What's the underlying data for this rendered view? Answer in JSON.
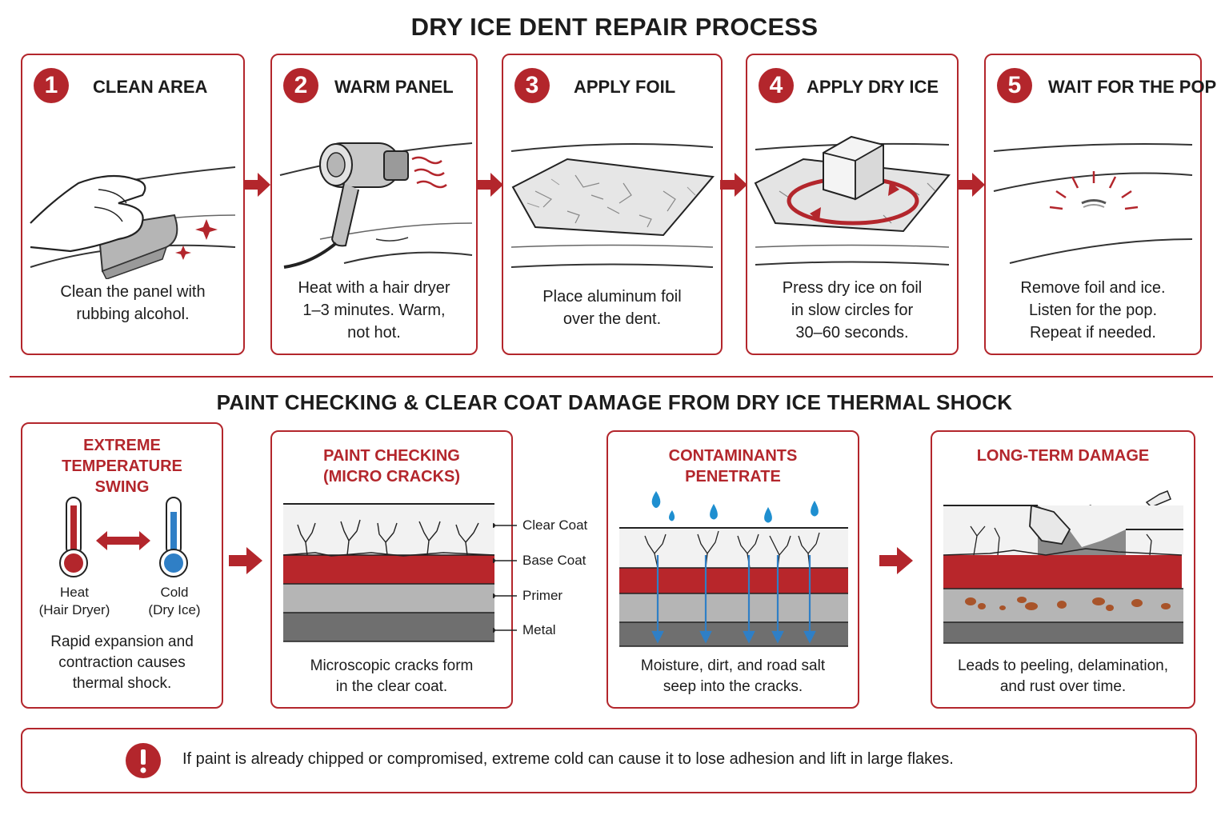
{
  "main_title": "DRY ICE DENT REPAIR PROCESS",
  "steps": [
    {
      "number": "1",
      "title": "CLEAN AREA",
      "desc": [
        "Clean the panel with",
        "rubbing alcohol."
      ]
    },
    {
      "number": "2",
      "title": "WARM PANEL",
      "desc": [
        "Heat with a hair dryer",
        "1–3 minutes. Warm,",
        "not hot."
      ]
    },
    {
      "number": "3",
      "title": "APPLY FOIL",
      "desc": [
        "Place aluminum foil",
        "over the dent."
      ]
    },
    {
      "number": "4",
      "title": "APPLY DRY ICE",
      "desc": [
        "Press dry ice on foil",
        "in slow circles for",
        "30–60 seconds."
      ]
    },
    {
      "number": "5",
      "title": "WAIT FOR THE POP",
      "desc": [
        "Remove foil and ice.",
        "Listen for the pop.",
        "Repeat if needed."
      ]
    }
  ],
  "section_title": "PAINT CHECKING & CLEAR COAT DAMAGE FROM DRY ICE THERMAL SHOCK",
  "damage": {
    "temperature": {
      "title": [
        "EXTREME",
        "TEMPERATURE",
        "SWING"
      ],
      "heat_label": [
        "Heat",
        "(Hair Dryer)"
      ],
      "cold_label": [
        "Cold",
        "(Dry Ice)"
      ],
      "desc": [
        "Rapid expansion and",
        "contraction causes",
        "thermal shock."
      ]
    },
    "checking": {
      "title": [
        "PAINT CHECKING",
        "(MICRO CRACKS)"
      ],
      "layers": [
        "Clear Coat",
        "Base Coat",
        "Primer",
        "Metal"
      ],
      "desc": [
        "Microscopic cracks form",
        "in the clear coat."
      ]
    },
    "contaminants": {
      "title": [
        "CONTAMINANTS",
        "PENETRATE"
      ],
      "desc": [
        "Moisture, dirt, and road salt",
        "seep into the cracks."
      ]
    },
    "longterm": {
      "title": [
        "LONG-TERM DAMAGE"
      ],
      "desc": [
        "Leads to peeling, delamination,",
        "and rust over time."
      ]
    }
  },
  "warning": {
    "icon": "exclamation-icon",
    "text": "If paint is already chipped or compromised, extreme cold can cause it to lose adhesion and lift in large flakes."
  },
  "colors": {
    "accent": "#b3262c",
    "base_coat": "#b8262b",
    "primer": "#b5b5b5",
    "metal": "#6f6f6f",
    "cold": "#2f7fc6",
    "water": "#1f8fd0"
  }
}
